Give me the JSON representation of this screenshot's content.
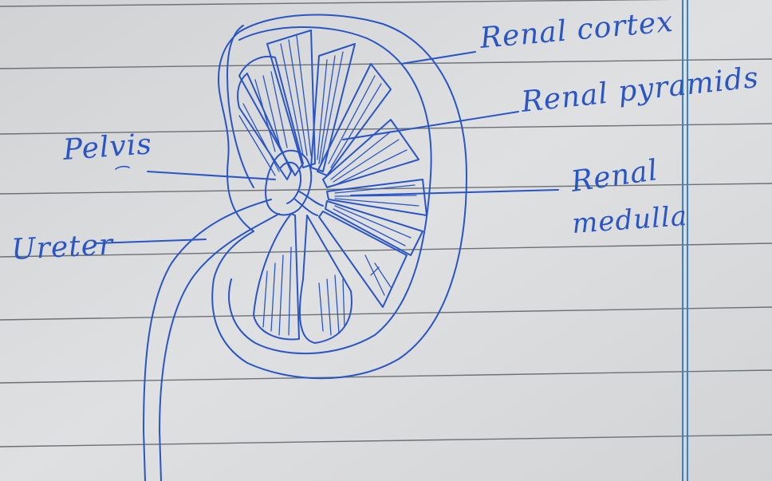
{
  "notebook": {
    "paper_color": "#dcdddf",
    "rule_color": "#6d7173",
    "margin_color": "#3a7fd0",
    "ink_color": "#2a55c4"
  },
  "labels": {
    "renal_cortex": "Renal cortex",
    "renal_pyramids": "Renal pyramids",
    "pelvis": "Pelvis",
    "renal_medulla_line1": "Renal",
    "renal_medulla_line2": "medulla",
    "ureter": "Ureter"
  }
}
